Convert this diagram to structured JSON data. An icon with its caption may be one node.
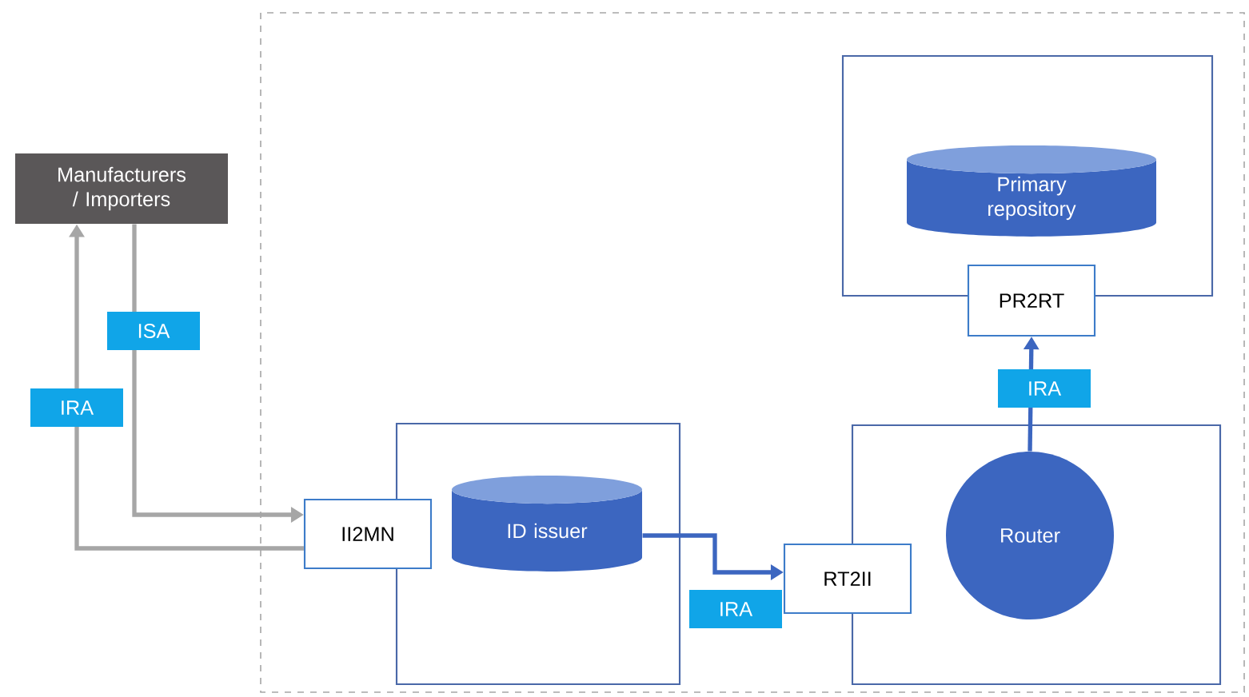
{
  "diagram": {
    "nodes": [
      {
        "text": [
          "Manufacturers / Importers"
        ]
      },
      {
        "text": [],
        "shape": "box"
      },
      {
        "text": [
          "II2MN"
        ]
      },
      {
        "text": [
          "ID issuer"
        ],
        "in": 1
      },
      {
        "text": [
          "RT2II"
        ]
      },
      {
        "text": [],
        "shape": "box"
      },
      {
        "text": [
          "Router"
        ],
        "in": 5
      },
      {
        "text": [],
        "shape": "box"
      },
      {
        "text": [
          "Primary repository"
        ],
        "in": 7
      },
      {
        "text": [
          "PR2RT"
        ]
      }
    ],
    "edges": [
      {
        "from": 2,
        "to": 0,
        "arrow": "to",
        "label": "IRA",
        "color": "#a6a6a6"
      },
      {
        "from": 0,
        "to": 2,
        "arrow": "to",
        "label": "ISA",
        "color": "#a6a6a6"
      },
      {
        "from": 3,
        "to": 4,
        "arrow": "to",
        "label": "IRA",
        "color": "#3c66c0"
      },
      {
        "from": 6,
        "to": 9,
        "arrow": "to",
        "label": "IRA",
        "color": "#3c66c0"
      }
    ]
  }
}
